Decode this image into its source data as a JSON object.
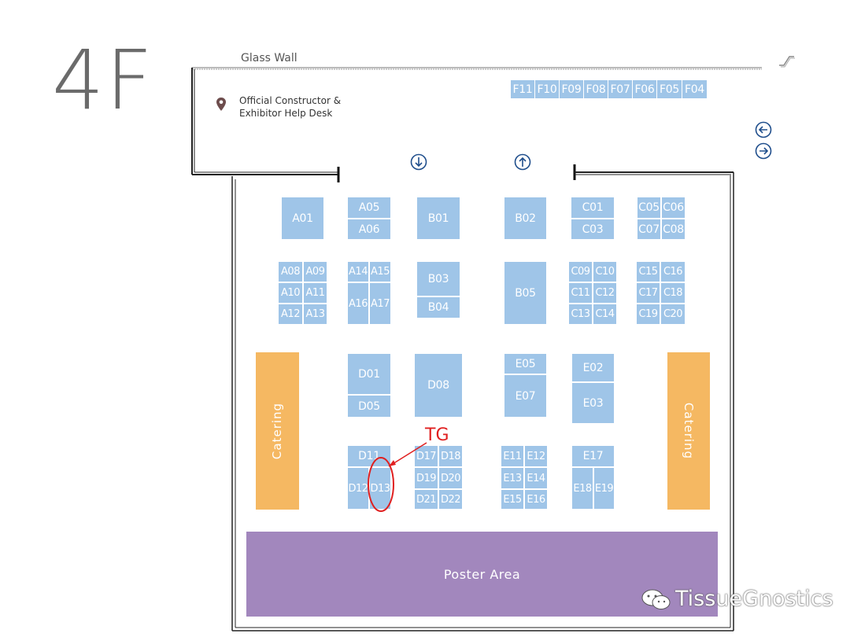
{
  "floor": {
    "label": "4F"
  },
  "labels": {
    "glass_wall": "Glass Wall",
    "help_desk_line1": "Official Constructor &",
    "help_desk_line2": "Exhibitor Help Desk",
    "poster_area": "Poster Area",
    "catering_left": "Catering",
    "catering_right": "Catering",
    "highlight": "TG"
  },
  "watermark": {
    "text": "TissueGnostics"
  },
  "booths": {
    "f_row": [
      "F11",
      "F10",
      "F09",
      "F08",
      "F07",
      "F06",
      "F05",
      "F04"
    ],
    "a01": "A01",
    "a05": "A05",
    "a06": "A06",
    "b01": "B01",
    "b02": "B02",
    "c01": "C01",
    "c03": "C03",
    "c05": "C05",
    "c06": "C06",
    "c07": "C07",
    "c08": "C08",
    "a08": "A08",
    "a09": "A09",
    "a10": "A10",
    "a11": "A11",
    "a12": "A12",
    "a13": "A13",
    "a14": "A14",
    "a15": "A15",
    "a16": "A16",
    "a17": "A17",
    "b03": "B03",
    "b04": "B04",
    "b05": "B05",
    "c09": "C09",
    "c10": "C10",
    "c11": "C11",
    "c12": "C12",
    "c13": "C13",
    "c14": "C14",
    "c15": "C15",
    "c16": "C16",
    "c17": "C17",
    "c18": "C18",
    "c19": "C19",
    "c20": "C20",
    "d01": "D01",
    "d05": "D05",
    "d08": "D08",
    "e05": "E05",
    "e07": "E07",
    "e02": "E02",
    "e03": "E03",
    "d11": "D11",
    "d12": "D12",
    "d13": "D13",
    "d17": "D17",
    "d18": "D18",
    "d19": "D19",
    "d20": "D20",
    "d21": "D21",
    "d22": "D22",
    "e11": "E11",
    "e12": "E12",
    "e13": "E13",
    "e14": "E14",
    "e15": "E15",
    "e16": "E16",
    "e17": "E17",
    "e18": "E18",
    "e19": "E19"
  },
  "highlight": {
    "booth": "D13",
    "color": "#e02020"
  },
  "colors": {
    "booth": "#9fc5e8",
    "catering": "#f5b862",
    "poster": "#a287bd",
    "arrows": "#1f4e8c"
  },
  "icons": [
    "location-pin-icon",
    "escalator-icon",
    "arrow-left-circle-icon",
    "arrow-right-circle-icon",
    "arrow-down-circle-icon",
    "arrow-up-circle-icon",
    "wechat-logo-icon"
  ]
}
